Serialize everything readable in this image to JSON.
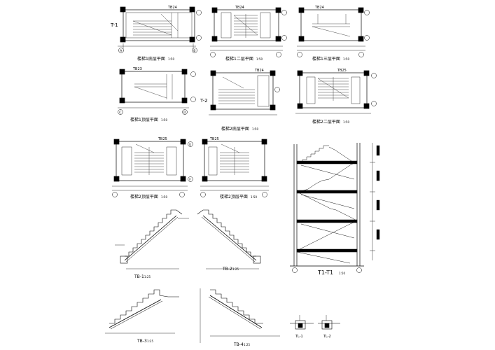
{
  "drawing": {
    "plans": [
      {
        "id": "p1",
        "caption": "楼梯1底层平面",
        "scale": "1:50",
        "tag": "TB24",
        "section_mark": "T-1"
      },
      {
        "id": "p2",
        "caption": "楼梯1二层平面",
        "scale": "1:50",
        "tag": "TB24"
      },
      {
        "id": "p3",
        "caption": "楼梯1三层平面",
        "scale": "1:50",
        "tag": "TB24"
      },
      {
        "id": "p4",
        "caption": "楼梯1顶层平面",
        "scale": "1:50",
        "tag": "TB23"
      },
      {
        "id": "p5",
        "caption": "楼梯2底层平面",
        "scale": "1:50",
        "tag": "TB24",
        "section_mark": "T-2"
      },
      {
        "id": "p6",
        "caption": "楼梯2二层平面",
        "scale": "1:50",
        "tag": "TB25"
      },
      {
        "id": "p7",
        "caption": "楼梯2顶层平面",
        "scale": "1:50",
        "tag": "TB25"
      },
      {
        "id": "p8",
        "caption": "楼梯2顶层平面",
        "scale": "1:50",
        "tag": "TB25"
      }
    ],
    "section": {
      "caption": "T1-T1",
      "scale": "1:50"
    },
    "flights": [
      {
        "id": "tb1",
        "caption": "TB-1",
        "scale": "1:25"
      },
      {
        "id": "tb2",
        "caption": "TB-2",
        "scale": "1:25"
      },
      {
        "id": "tb3",
        "caption": "TB-3",
        "scale": "1:25"
      },
      {
        "id": "tb4",
        "caption": "TB-4",
        "scale": "1:25"
      }
    ],
    "beams": [
      {
        "id": "tl1",
        "caption": "TL-1"
      },
      {
        "id": "tl2",
        "caption": "TL-2"
      }
    ],
    "axis_labels": [
      "A",
      "B",
      "C",
      "D",
      "E",
      "F"
    ]
  }
}
